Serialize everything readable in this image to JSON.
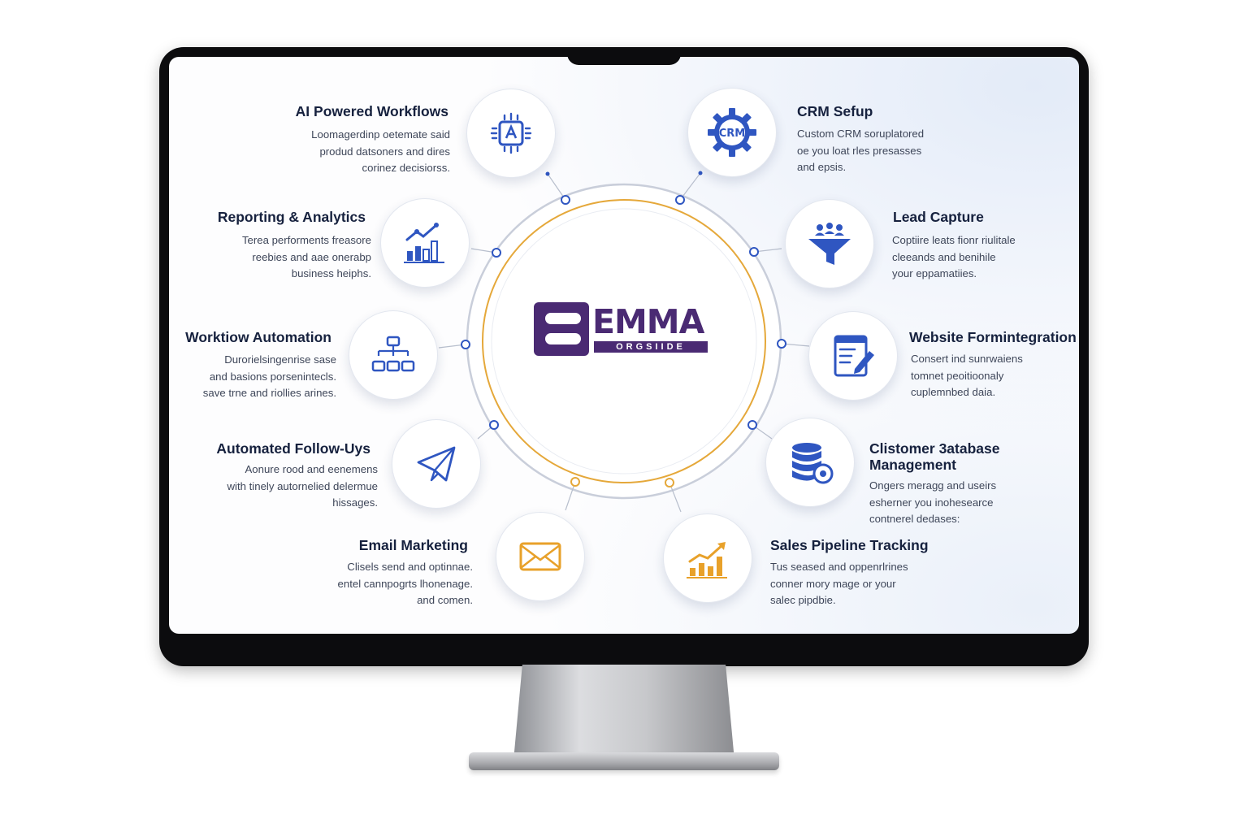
{
  "brand": {
    "name": "EMMA",
    "tagline": "ORGSIIDE"
  },
  "colors": {
    "accent_blue": "#2f56c1",
    "accent_orange": "#e8a12a",
    "brand_purple": "#4a2a73",
    "ring_orange": "#e5a83a"
  },
  "features": {
    "ai": {
      "title": "AI Powered Workflows",
      "lines": [
        "Loomagerdinp oetemate said",
        "produd datsoners and dires",
        "corinez decisiorss."
      ],
      "icon": "ai-chip-icon"
    },
    "reporting": {
      "title": "Reporting & Analytics",
      "lines": [
        "Terea performents freasore",
        "reebies and aae onerabp",
        "business heiphs."
      ],
      "icon": "bar-chart-icon"
    },
    "workflow": {
      "title": "Worktiow Automation",
      "lines": [
        "Durorielsingenrise sase",
        "and basions porsenintecls.",
        "save trne and riollies arines."
      ],
      "icon": "flowchart-icon"
    },
    "followups": {
      "title": "Automated Follow-Uys",
      "lines": [
        "Aonure rood and eenemens",
        "with tinely autornelied delermue",
        "hissages."
      ],
      "icon": "paper-plane-icon"
    },
    "email": {
      "title": "Email Marketing",
      "lines": [
        "Clisels send and optinnae.",
        "entel cannpogrts lhonenage.",
        "and comen."
      ],
      "icon": "envelope-icon"
    },
    "crm": {
      "title": "CRM Sefup",
      "icon_text": "CRM",
      "lines": [
        "Custom CRM soruplatored",
        "oe you loat rles presasses",
        "and epsis."
      ],
      "icon": "crm-gear-icon"
    },
    "lead": {
      "title": "Lead Capture",
      "lines": [
        "Coptiire leats fionr riulitale",
        "cleeands and benihile",
        "your eppamatiies."
      ],
      "icon": "funnel-icon"
    },
    "website": {
      "title": "Website Formintegration",
      "lines": [
        "Consert ind sunrwaiens",
        "tomnet peoitioonaly",
        "cuplemnbed daia."
      ],
      "icon": "form-edit-icon"
    },
    "database": {
      "title_lines": [
        "Clistomer 3atabase",
        "Management"
      ],
      "lines": [
        "Ongers meragg and useirs",
        "esherner you inohesearce",
        "contnerel dedases:"
      ],
      "icon": "database-icon"
    },
    "pipeline": {
      "title": "Sales Pipeline Tracking",
      "lines": [
        "Tus seased and oppenrlrines",
        "conner mory mage or your",
        "salec pipdbie."
      ],
      "icon": "growth-chart-icon"
    }
  }
}
